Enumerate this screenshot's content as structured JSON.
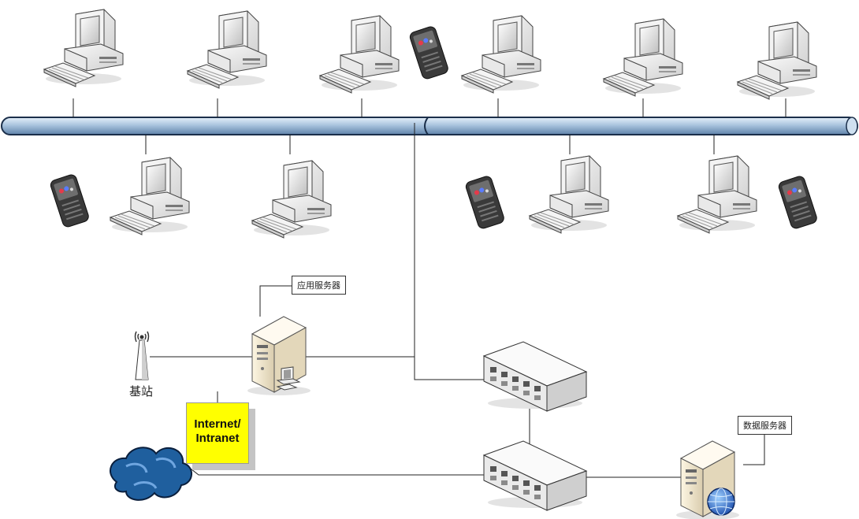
{
  "labels": {
    "app_server": "应用服务器",
    "data_server": "数据服务器",
    "base_station": "基站",
    "internet_line1": "Internet/",
    "internet_line2": "Intranet"
  },
  "colors": {
    "bus_fill": "#a9c4de",
    "bus_stroke": "#1b2f4a",
    "line": "#222222",
    "highlight": "#ffff00",
    "cloud": "#1f5f9e"
  },
  "icons": {
    "pc": "desktop-computer-icon",
    "phone": "mobile-phone-icon",
    "switch": "network-switch-icon",
    "server": "server-tower-icon",
    "antenna": "antenna-icon",
    "cloud": "cloud-icon",
    "globe": "globe-icon"
  }
}
